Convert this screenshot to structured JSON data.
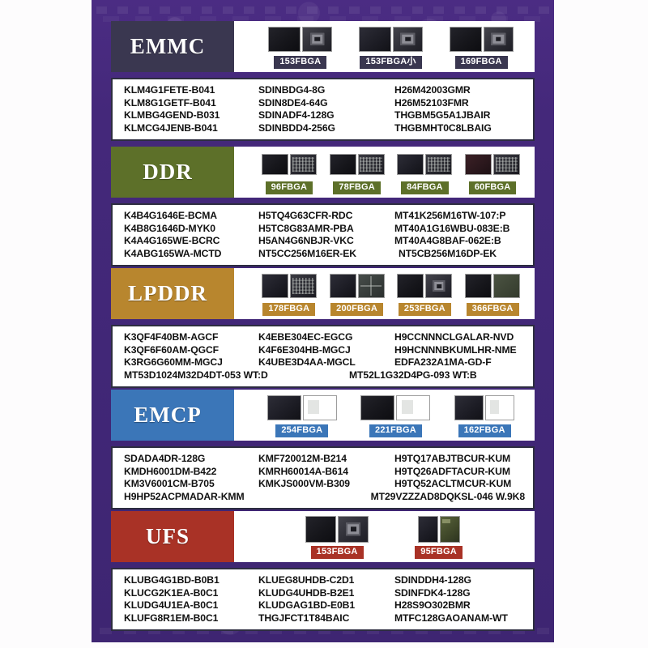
{
  "poster": {
    "background_color": "#412777",
    "page_background": "#fdfcfd"
  },
  "sections": [
    {
      "id": "emmc",
      "title": "EMMC",
      "banner_color": "#3a3750",
      "tag_color": "#3a3750",
      "packages": [
        {
          "label": "153FBGA",
          "style": "pair"
        },
        {
          "label": "153FBGA小",
          "style": "pair-tight"
        },
        {
          "label": "169FBGA",
          "style": "pair"
        }
      ],
      "parts": [
        [
          "KLM4G1FETE-B041",
          "SDINBDG4-8G",
          "H26M42003GMR"
        ],
        [
          "KLM8G1GETF-B041",
          "SDIN8DE4-64G",
          "H26M52103FMR"
        ],
        [
          "KLMBG4GEND-B031",
          "SDINADF4-128G",
          "THGBM5G5A1JBAIR"
        ],
        [
          "KLMCG4JENB-B041",
          "SDINBDD4-256G",
          "THGBMHT0C8LBAIG"
        ]
      ]
    },
    {
      "id": "ddr",
      "title": "DDR",
      "banner_color": "#5d7029",
      "tag_color": "#5d7029",
      "packages": [
        {
          "label": "96FBGA",
          "style": "pins"
        },
        {
          "label": "78FBGA",
          "style": "pins"
        },
        {
          "label": "84FBGA",
          "style": "pins"
        },
        {
          "label": "60FBGA",
          "style": "pins-maroon"
        }
      ],
      "parts": [
        [
          "K4B4G1646E-BCMA",
          "H5TQ4G63CFR-RDC",
          "MT41K256M16TW-107:P"
        ],
        [
          "K4B8G1646D-MYK0",
          "H5TC8G83AMR-PBA",
          "MT40A1G16WBU-083E:B"
        ],
        [
          "K4A4G165WE-BCRC",
          "H5AN4G6NBJR-VKC",
          "MT40A4G8BAF-062E:B"
        ],
        [
          "K4ABG165WA-MCTD",
          "NT5CC256M16ER-EK",
          "NT5CB256M16DP-EK"
        ]
      ]
    },
    {
      "id": "lpddr",
      "title": "LPDDR",
      "banner_color": "#b8862e",
      "tag_color": "#b8862e",
      "packages": [
        {
          "label": "178FBGA",
          "style": "pins"
        },
        {
          "label": "200FBGA",
          "style": "quad"
        },
        {
          "label": "253FBGA",
          "style": "bga"
        },
        {
          "label": "366FBGA",
          "style": "green"
        }
      ],
      "parts_grid": [
        [
          "K3QF4F40BM-AGCF",
          "K4EBE304EC-EGCG",
          "H9CCNNNCLGALAR-NVD"
        ],
        [
          "K3QF6F60AM-QGCF",
          "K4F6E304HB-MGCJ",
          "H9HCNNNBKUMLHR-NME"
        ],
        [
          "K3RG6G60MM-MGCJ",
          "K4UBE3D4AA-MGCL",
          "EDFA232A1MA-GD-F"
        ]
      ],
      "parts_wide": [
        "MT53D1024M32D4DT-053 WT:D",
        "MT52L1G32D4PG-093 WT:B"
      ]
    },
    {
      "id": "emcp",
      "title": "EMCP",
      "banner_color": "#3b76b8",
      "tag_color": "#3b76b8",
      "packages": [
        {
          "label": "254FBGA",
          "style": "emcp"
        },
        {
          "label": "221FBGA",
          "style": "emcp"
        },
        {
          "label": "162FBGA",
          "style": "emcp"
        }
      ],
      "parts_grid": [
        [
          "SDADA4DR-128G",
          "KMF720012M-B214",
          "H9TQ17ABJTBCUR-KUM"
        ],
        [
          "KMDH6001DM-B422",
          "KMRH60014A-B614",
          "H9TQ26ADFTACUR-KUM"
        ],
        [
          "KM3V6001CM-B705",
          "KMKJS000VM-B309",
          "H9TQ52ACLTMCUR-KUM"
        ]
      ],
      "parts_wide": [
        "H9HP52ACPMADAR-KMM",
        "MT29VZZZAD8DQKSL-046 W.9K8"
      ]
    },
    {
      "id": "ufs",
      "title": "UFS",
      "banner_color": "#a93226",
      "tag_color": "#a93226",
      "packages": [
        {
          "label": "153FBGA",
          "style": "bga"
        },
        {
          "label": "95FBGA",
          "style": "green"
        }
      ],
      "parts": [
        [
          "KLUBG4G1BD-B0B1",
          "KLUEG8UHDB-C2D1",
          "SDINDDH4-128G"
        ],
        [
          "KLUCG2K1EA-B0C1",
          "KLUDG4UHDB-B2E1",
          "SDINFDK4-128G"
        ],
        [
          "KLUDG4U1EA-B0C1",
          "KLUDGAG1BD-E0B1",
          "H28S9O302BMR"
        ],
        [
          "KLUFG8R1EM-B0C1",
          "THGJFCT1T84BAIC",
          "MTFC128GAOANAM-WT"
        ]
      ]
    }
  ]
}
